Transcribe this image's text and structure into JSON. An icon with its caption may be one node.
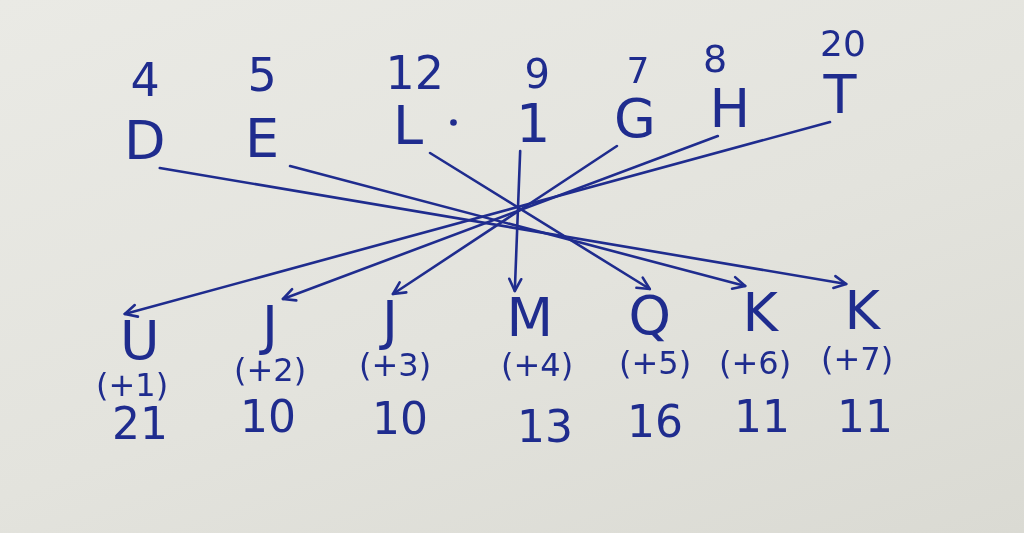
{
  "diagram": {
    "nodes": [
      {
        "text": [
          "D"
        ],
        "beside": [
          "4"
        ]
      },
      {
        "text": [
          "E"
        ],
        "beside": [
          "5"
        ]
      },
      {
        "text": [
          "L"
        ],
        "beside": [
          "12"
        ]
      },
      {
        "text": [
          "1"
        ],
        "beside": [
          "9"
        ]
      },
      {
        "text": [
          "G"
        ],
        "beside": [
          "7"
        ]
      },
      {
        "text": [
          "H"
        ],
        "beside": [
          "8"
        ]
      },
      {
        "text": [
          "T"
        ],
        "beside": [
          "20"
        ]
      },
      {
        "text": [
          "U"
        ],
        "beside": [
          "(+1)",
          "21"
        ]
      },
      {
        "text": [
          "J"
        ],
        "beside": [
          "(+2)",
          "10"
        ]
      },
      {
        "text": [
          "J"
        ],
        "beside": [
          "(+3)",
          "10"
        ]
      },
      {
        "text": [
          "M"
        ],
        "beside": [
          "(+4)",
          "13"
        ]
      },
      {
        "text": [
          "Q"
        ],
        "beside": [
          "(+5)",
          "16"
        ]
      },
      {
        "text": [
          "K"
        ],
        "beside": [
          "(+6)",
          "11"
        ]
      },
      {
        "text": [
          "K"
        ],
        "beside": [
          "(+7)",
          "11"
        ]
      }
    ],
    "edges": [
      {
        "from": 0,
        "to": 13,
        "arrow": "to"
      },
      {
        "from": 1,
        "to": 12,
        "arrow": "to"
      },
      {
        "from": 2,
        "to": 11,
        "arrow": "to"
      },
      {
        "from": 3,
        "to": 10,
        "arrow": "to"
      },
      {
        "from": 4,
        "to": 9,
        "arrow": "to"
      },
      {
        "from": 5,
        "to": 8,
        "arrow": "to"
      },
      {
        "from": 6,
        "to": 7,
        "arrow": "to"
      }
    ]
  }
}
